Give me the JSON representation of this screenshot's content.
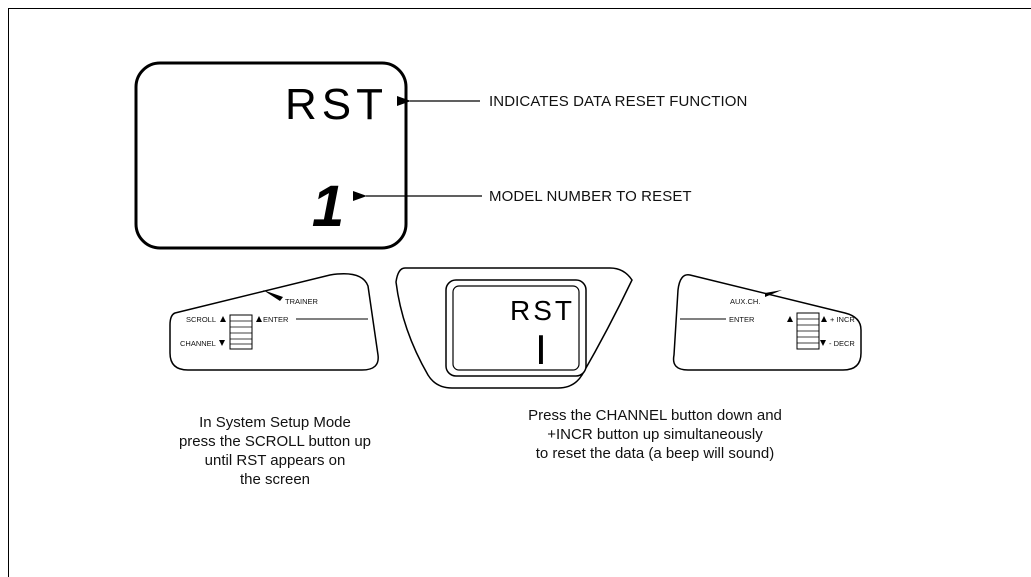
{
  "diagram": {
    "lcd_large": {
      "code": "RST",
      "number": "1"
    },
    "callouts": {
      "reset": "INDICATES DATA RESET FUNCTION",
      "model": "MODEL NUMBER TO RESET"
    },
    "left_panel": {
      "trainer": "TRAINER",
      "scroll": "SCROLL",
      "channel": "CHANNEL",
      "enter": "ENTER"
    },
    "center_display": {
      "code": "RST",
      "number": "I"
    },
    "right_panel": {
      "aux": "AUX.CH.",
      "enter": "ENTER",
      "incr": "+ INCR",
      "decr": "- DECR"
    },
    "instructions": {
      "left": [
        "In System Setup Mode",
        "press the SCROLL button up",
        "until RST appears on",
        "the screen"
      ],
      "right": [
        "Press the CHANNEL button down and",
        "+INCR button up simultaneously",
        "to reset the data (a beep will sound)"
      ]
    }
  }
}
